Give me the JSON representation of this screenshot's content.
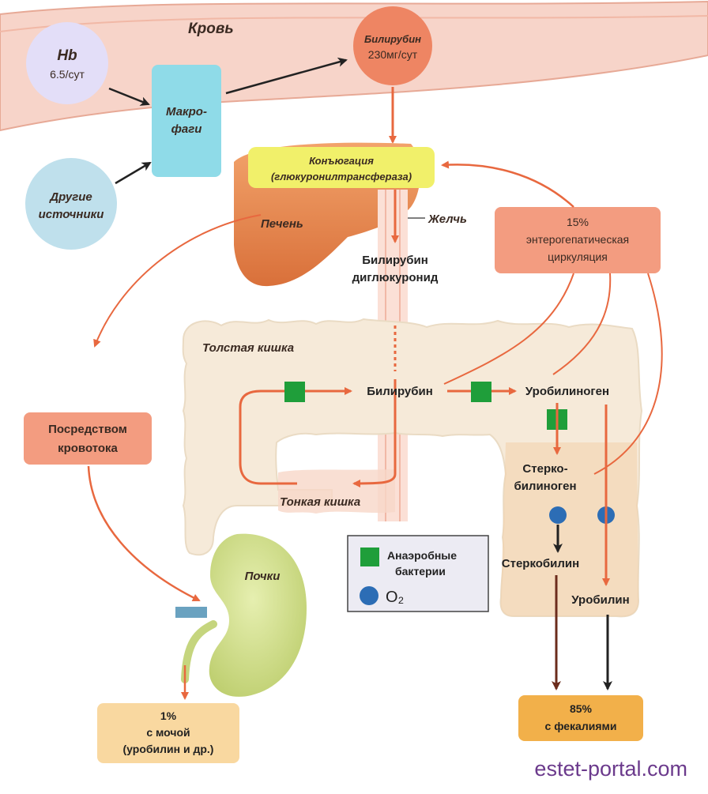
{
  "labels": {
    "blood": "Кровь",
    "hb_title": "Hb",
    "hb_value": "6.5/сут",
    "macro_line1": "Макро-",
    "macro_line2": "фаги",
    "other_line1": "Другие",
    "other_line2": "источники",
    "bili_line1": "Билирубин",
    "bili_line2": "230мг/сут",
    "conj_line1": "Конъюгация",
    "conj_line2": "(глюкуронилтрансфераза)",
    "liver": "Печень",
    "bile": "Желчь",
    "diglucuronide_line1": "Билирубин",
    "diglucuronide_line2": "диглюкуронид",
    "entero_line1": "15%",
    "entero_line2": "энтерогепатическая",
    "entero_line3": "циркуляция",
    "colon": "Толстая кишка",
    "bilirubin_gut": "Билирубин",
    "urobilinogen": "Уробилиноген",
    "stercobilinogen_line1": "Стерко-",
    "stercobilinogen_line2": "билиноген",
    "small_intestine": "Тонкая кишка",
    "bloodstream_line1": "Посредством",
    "bloodstream_line2": "кровотока",
    "kidneys": "Почки",
    "stercobilin": "Стеркобилин",
    "urobilin": "Уробилин",
    "urine_line1": "1%",
    "urine_line2": "с мочой",
    "urine_line3": "(уробилин и др.)",
    "feces_line1": "85%",
    "feces_line2": "с фекалиями",
    "watermark": "estet-portal.com"
  },
  "legend": {
    "bacteria_line1": "Анаэробные",
    "bacteria_line2": "бактерии",
    "oxygen": "O₂"
  },
  "colors": {
    "blood_vessel": "#f7d4c9",
    "orange_arrow": "#e8683f",
    "bacteria_green": "#1f9e3a",
    "oxygen_blue": "#2c6db5",
    "macrophage_cyan": "#8fdbe8",
    "conjugation_yellow": "#f1f06a",
    "note_salmon": "#f39c80",
    "watermark_purple": "#6b3a8c"
  }
}
